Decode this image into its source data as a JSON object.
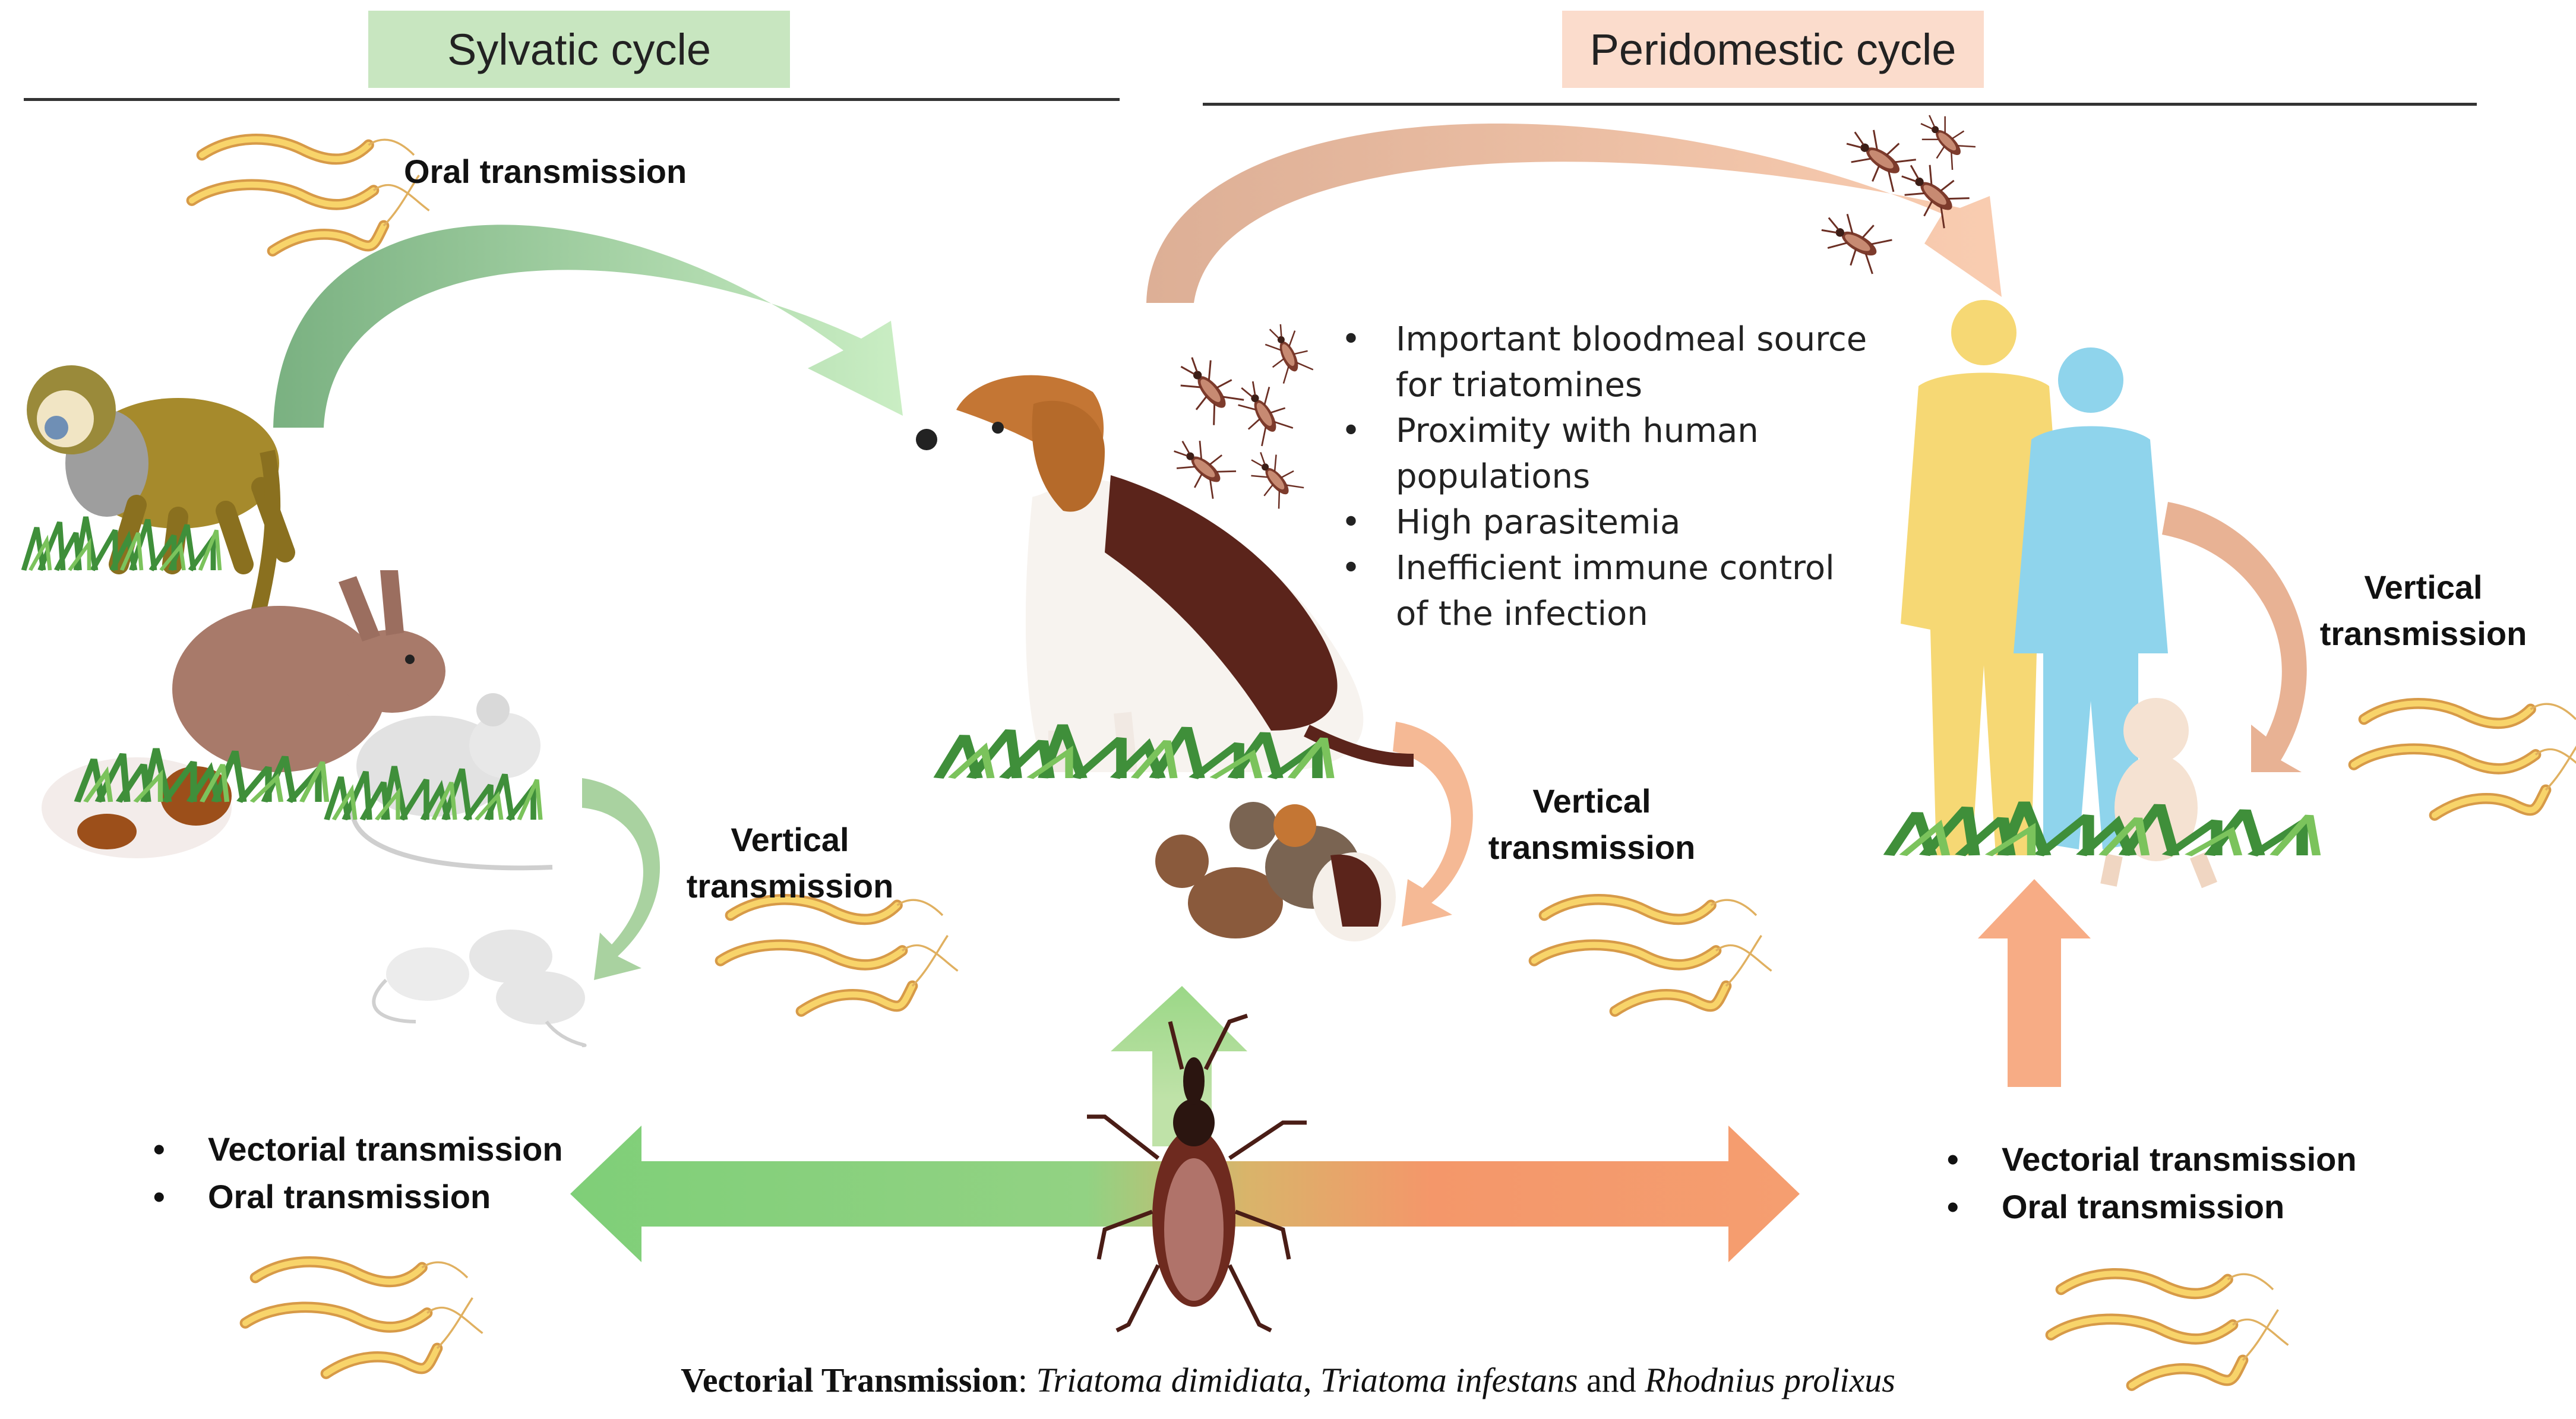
{
  "sylvatic": {
    "title": "Sylvatic cycle",
    "oral_label": "Oral transmission",
    "vertical_label_line1": "Vertical",
    "vertical_label_line2": "transmission",
    "bullets": [
      "Vectorial transmission",
      "Oral transmission"
    ]
  },
  "peridomestic": {
    "title": "Peridomestic cycle",
    "dog_points": [
      "Important bloodmeal source for triatomines",
      "Proximity with human populations",
      "High parasitemia",
      "Inefficient immune control of the infection"
    ],
    "dog_vertical_line1": "Vertical",
    "dog_vertical_line2": "transmission",
    "human_vertical_line1": "Vertical",
    "human_vertical_line2": "transmission",
    "bullets": [
      "Vectorial transmission",
      "Oral transmission"
    ]
  },
  "footnote": {
    "lead": "Vectorial Transmission",
    "sep": ": ",
    "species1": "Triatoma dimidiata",
    "comma": ", ",
    "species2": "Triatoma infestans",
    "and": " and ",
    "species3": "Rhodnius prolixus"
  },
  "colors": {
    "sylvatic_green": "#8fd18a",
    "peridomestic_orange": "#f6a57b",
    "title_green_bg": "#c8e6c0",
    "title_orange_bg": "#fbdccc",
    "parasite_yellow": "#f3c15a"
  },
  "icons": [
    "trypanosome-icon",
    "monkey-icon",
    "rabbit-icon",
    "mouse-icon",
    "guinea-pig-icon",
    "dog-icon",
    "puppies-icon",
    "triatomine-bug-icon",
    "human-man-icon",
    "human-woman-icon",
    "baby-icon",
    "grass-icon"
  ]
}
